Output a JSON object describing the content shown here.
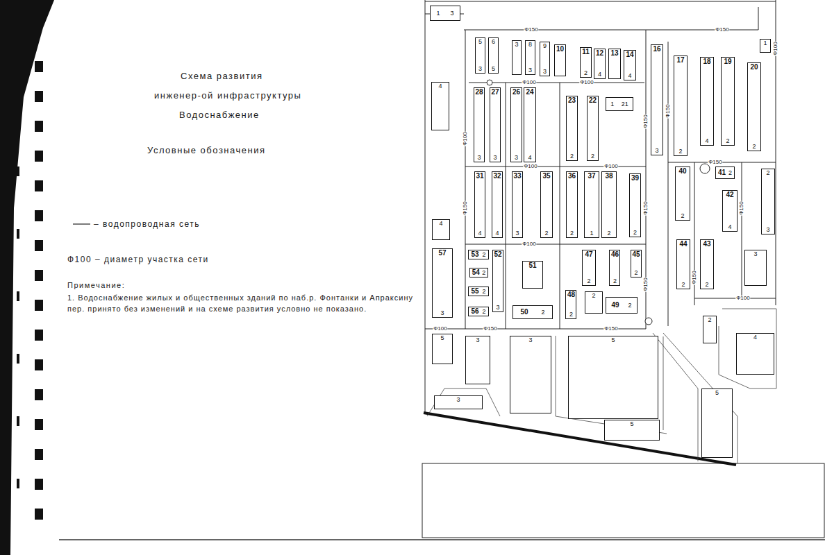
{
  "diagram": {
    "title": "Схема развития",
    "nodes": [
      {
        "text": [
          "1",
          "3"
        ]
      },
      {
        "text": [
          "5",
          "3"
        ]
      },
      {
        "text": [
          "6",
          "5"
        ]
      },
      {
        "text": [
          "3"
        ]
      },
      {
        "text": [
          "8",
          "3"
        ]
      },
      {
        "text": [
          "9",
          "3"
        ]
      },
      {
        "text": [
          "10"
        ]
      },
      {
        "text": [
          "11",
          "2"
        ]
      },
      {
        "text": [
          "12",
          "4"
        ]
      },
      {
        "text": [
          "13"
        ]
      },
      {
        "text": [
          "14",
          "4"
        ]
      },
      {
        "text": [
          "16",
          "3"
        ]
      },
      {
        "text": [
          "17",
          "2"
        ]
      },
      {
        "text": [
          "18",
          "4"
        ]
      },
      {
        "text": [
          "19",
          "2"
        ]
      },
      {
        "text": [
          "20",
          "2"
        ]
      },
      {
        "text": [
          "1"
        ]
      },
      {
        "text": [
          "28",
          "3"
        ]
      },
      {
        "text": [
          "27",
          "3"
        ]
      },
      {
        "text": [
          "26",
          "3"
        ]
      },
      {
        "text": [
          "24",
          "4"
        ]
      },
      {
        "text": [
          "23",
          "2"
        ]
      },
      {
        "text": [
          "22",
          "2"
        ]
      },
      {
        "text": [
          "1",
          "21"
        ]
      },
      {
        "text": [
          "4"
        ]
      },
      {
        "text": [
          "31",
          "4"
        ]
      },
      {
        "text": [
          "32",
          "4"
        ]
      },
      {
        "text": [
          "33",
          "3"
        ]
      },
      {
        "text": [
          "35",
          "2"
        ]
      },
      {
        "text": [
          "36",
          "2"
        ]
      },
      {
        "text": [
          "37",
          "1"
        ]
      },
      {
        "text": [
          "38",
          "2"
        ]
      },
      {
        "text": [
          "39",
          "2"
        ]
      },
      {
        "text": [
          "40",
          "2"
        ]
      },
      {
        "text": [
          "41",
          "2"
        ]
      },
      {
        "text": [
          "42",
          "4"
        ]
      },
      {
        "text": [
          "2",
          "3"
        ]
      },
      {
        "text": [
          "4"
        ]
      },
      {
        "text": [
          "44",
          "2"
        ]
      },
      {
        "text": [
          "43",
          "2"
        ]
      },
      {
        "text": [
          "3"
        ]
      },
      {
        "text": [
          "57",
          "3"
        ]
      },
      {
        "text": [
          "53",
          "2"
        ]
      },
      {
        "text": [
          "52",
          "3"
        ]
      },
      {
        "text": [
          "54",
          "2"
        ]
      },
      {
        "text": [
          "55",
          "2"
        ]
      },
      {
        "text": [
          "56",
          "2"
        ]
      },
      {
        "text": [
          "51"
        ]
      },
      {
        "text": [
          "50",
          "2"
        ]
      },
      {
        "text": [
          "47",
          "2"
        ]
      },
      {
        "text": [
          "46",
          "2"
        ]
      },
      {
        "text": [
          "45",
          "2"
        ]
      },
      {
        "text": [
          "48",
          "2"
        ]
      },
      {
        "text": [
          "2"
        ]
      },
      {
        "text": [
          "49",
          "2"
        ]
      },
      {
        "text": [
          "5"
        ]
      },
      {
        "text": [
          "3"
        ]
      },
      {
        "text": [
          "3"
        ]
      },
      {
        "text": [
          "5"
        ]
      },
      {
        "text": [
          "4"
        ]
      },
      {
        "text": [
          "3"
        ]
      },
      {
        "text": [
          "5"
        ]
      },
      {
        "text": [
          "5"
        ]
      },
      {
        "text": [
          "2"
        ]
      }
    ],
    "labels": [
      "инженер-ой инфраструктуры",
      "Водоснабжение",
      "Условные обозначения",
      "Примечание:",
      "1. Водоснабжение жилых и общественных зданий по наб.р. Фонтанки и Апраксину пер. принято без изменений и на схеме развития условно не показано.",
      "Ф150",
      "Ф150",
      "Ф100",
      "Ф100",
      "Ф150",
      "Ф100",
      "Ф100",
      "Ф100",
      "Ф150",
      "Ф150",
      "Ф150",
      "Ф100",
      "Ф150",
      "Ф150",
      "Ф150",
      "Ф150",
      "Ф100",
      "Ф100",
      "Ф150",
      "Ф150",
      "Ф100"
    ],
    "legend": [
      {
        "text": "– водопроводная сеть"
      },
      {
        "text": "Ф100 – диаметр участка сети"
      }
    ]
  }
}
